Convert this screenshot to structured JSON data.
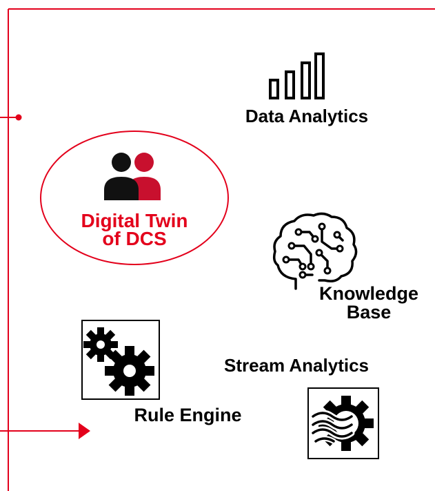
{
  "colors": {
    "accent": "#e3001b",
    "text": "#000000",
    "person_dark": "#111111"
  },
  "nodes": {
    "data_analytics": {
      "label": "Data Analytics",
      "icon": "bar-chart-icon"
    },
    "digital_twin": {
      "label_line1": "Digital Twin",
      "label_line2": "of DCS",
      "icon": "two-people-icon"
    },
    "knowledge_base": {
      "label_line1": "Knowledge",
      "label_line2": "Base",
      "icon": "circuit-brain-icon"
    },
    "rule_engine": {
      "label": "Rule Engine",
      "icon": "gears-icon"
    },
    "stream_analytics": {
      "label": "Stream Analytics",
      "icon": "gear-with-waves-icon"
    }
  }
}
